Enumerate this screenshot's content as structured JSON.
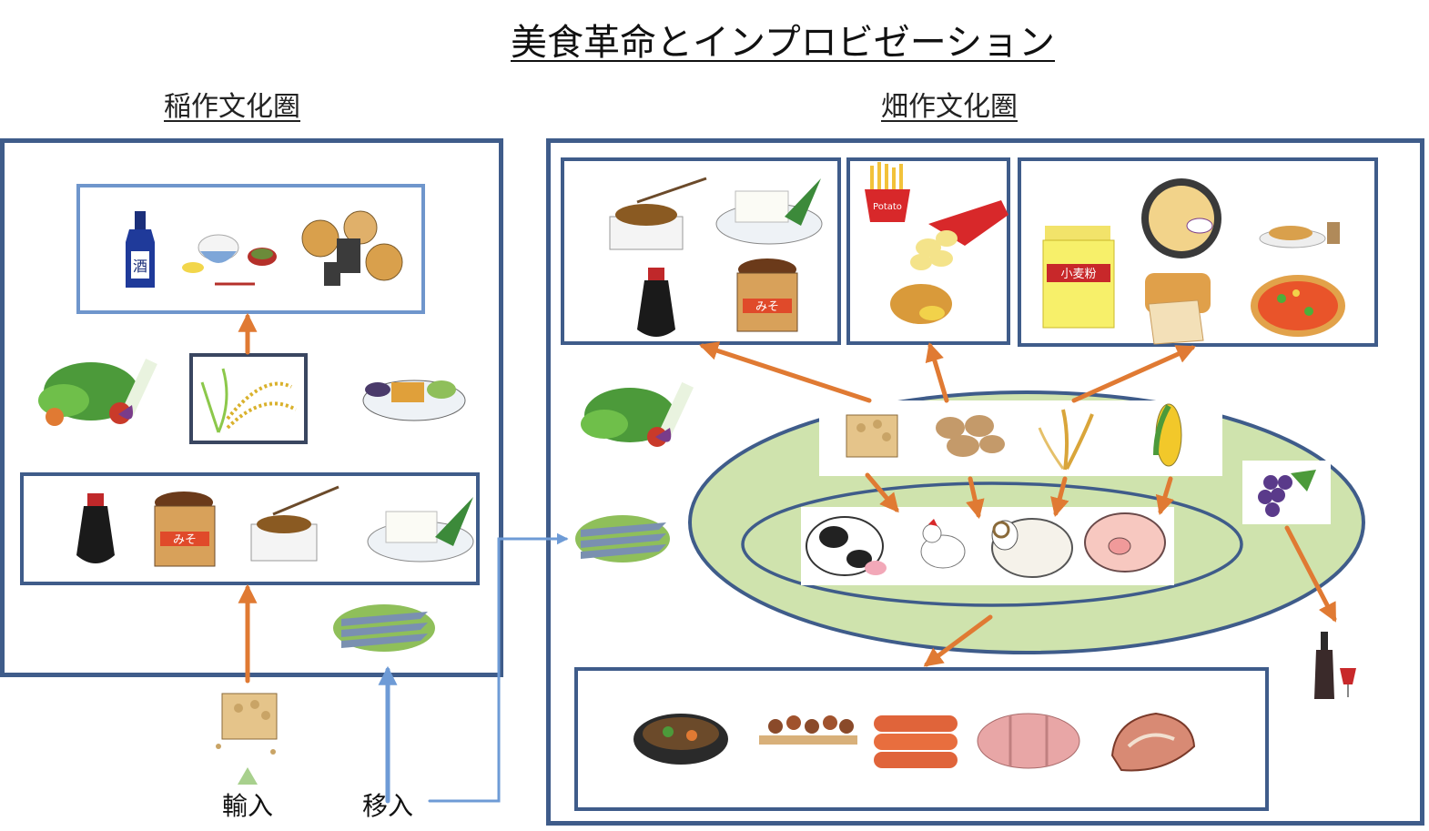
{
  "title": "美食革命とインプロビゼーション",
  "left_region": {
    "heading": "稲作文化圏"
  },
  "right_region": {
    "heading": "畑作文化圏"
  },
  "labels": {
    "import": "輸入",
    "transfer": "移入"
  },
  "illustration_text": {
    "sake_bottle": "酒",
    "miso": "みそ",
    "potato_box": "Potato",
    "flour_bag": "小麦粉"
  },
  "colors": {
    "frame": "#3f5c8a",
    "inner_frame_light": "#6f96cc",
    "arrow_orange": "#e07a33",
    "arrow_blue": "#6e9bd6",
    "ellipse_fill": "#cfe3ad"
  }
}
